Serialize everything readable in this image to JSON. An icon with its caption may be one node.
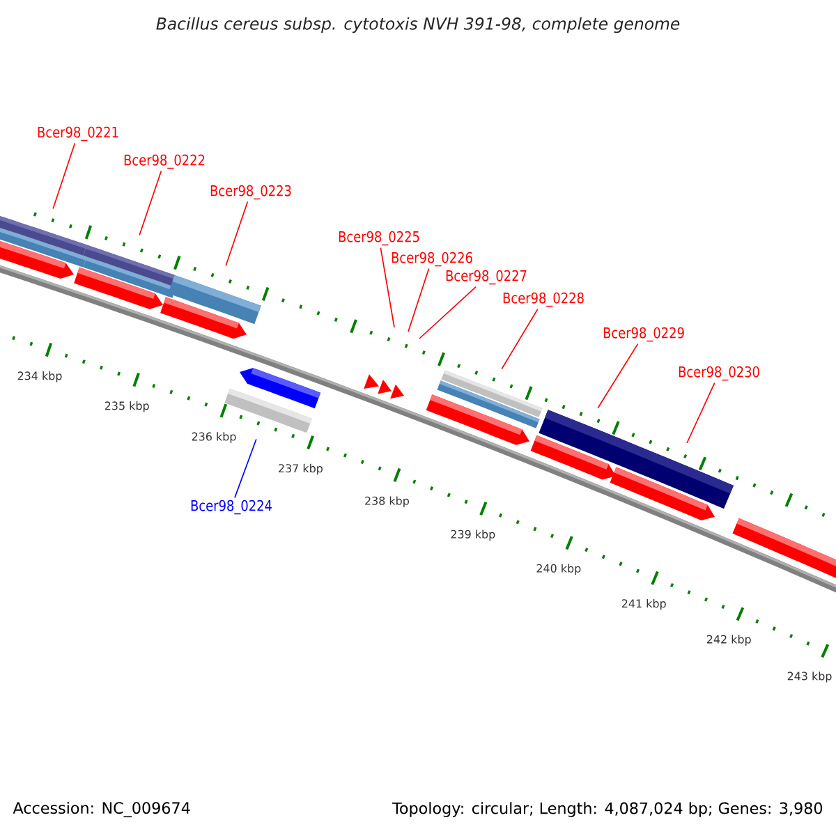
{
  "diagram": {
    "title": "Bacillus cereus subsp. cytotoxis NVH 391-98, complete genome",
    "nodes": [
      {
        "text": [
          "Bcer98_0221"
        ]
      },
      {
        "text": [
          "Bcer98_0222"
        ]
      },
      {
        "text": [
          "Bcer98_0223"
        ]
      },
      {
        "text": [
          "Bcer98_0225"
        ]
      },
      {
        "text": [
          "Bcer98_0226"
        ]
      },
      {
        "text": [
          "Bcer98_0227"
        ]
      },
      {
        "text": [
          "Bcer98_0228"
        ]
      },
      {
        "text": [
          "Bcer98_0229"
        ]
      },
      {
        "text": [
          "Bcer98_0230"
        ]
      },
      {
        "text": [
          "Bcer98_0224"
        ]
      },
      {
        "text": [],
        "shape": "bar"
      },
      {
        "text": [],
        "shape": "bar"
      },
      {
        "text": [],
        "shape": "bar"
      },
      {
        "text": [],
        "shape": "bar"
      },
      {
        "text": [],
        "shape": "bar"
      },
      {
        "text": [],
        "shape": "bar"
      }
    ],
    "edges": [
      {
        "from": 0,
        "to": 10,
        "arrow": "none"
      },
      {
        "from": 1,
        "to": 11,
        "arrow": "none"
      },
      {
        "from": 2,
        "to": 12,
        "arrow": "none"
      },
      {
        "from": 3,
        "to": null,
        "arrow": "none"
      },
      {
        "from": 4,
        "to": null,
        "arrow": "none"
      },
      {
        "from": 5,
        "to": null,
        "arrow": "none"
      },
      {
        "from": 6,
        "to": 13,
        "arrow": "none"
      },
      {
        "from": 7,
        "to": 14,
        "arrow": "none"
      },
      {
        "from": 8,
        "to": null,
        "arrow": "none"
      },
      {
        "from": 9,
        "to": 15,
        "arrow": "none",
        "color": "#0000ff"
      }
    ],
    "labels": [
      "234 kbp",
      "235 kbp",
      "236 kbp",
      "237 kbp",
      "238 kbp",
      "239 kbp",
      "240 kbp",
      "241 kbp",
      "242 kbp",
      "243 kbp",
      "Accession: NC_009674",
      "Topology: circular; Length: 4,087,024 bp; Genes: 3,980"
    ]
  }
}
